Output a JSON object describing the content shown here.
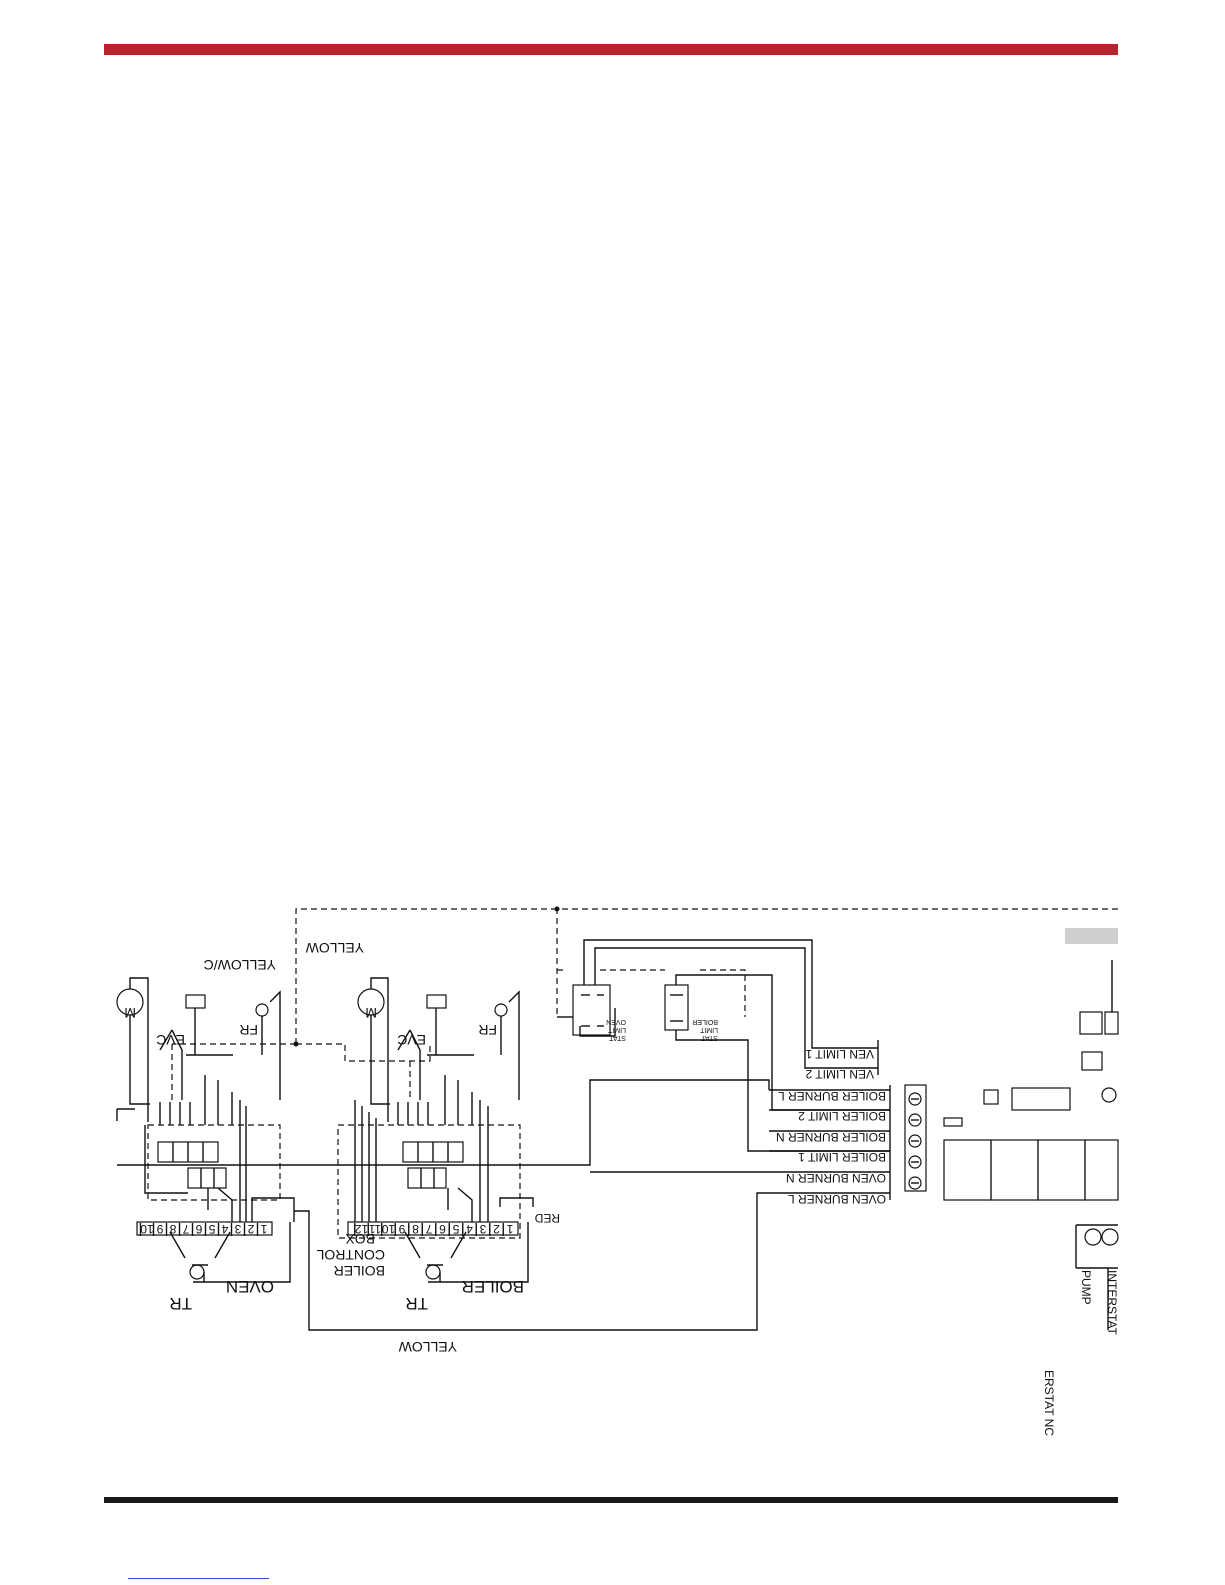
{
  "theme": {
    "accent": "#b5232d",
    "rule": "#1a1a1a",
    "link": "#3355cc"
  },
  "labels": {
    "yellow_top": "YELLOW",
    "yellow_c": "YELLOW/C",
    "yellow_bottom": "YELLOW",
    "red": "RED",
    "oven": "OVEN",
    "boiler": "BOILER",
    "boiler_control": "BOILER",
    "control": "CONTROL",
    "box": "BOX",
    "tr_left": "TR",
    "tr_right": "TR",
    "evc_left": "EVC",
    "evc_right": "EVC",
    "fr_left": "FR",
    "fr_right": "FR",
    "m_left": "M",
    "m_right": "M",
    "pump": "PUMP",
    "interstat": "INTERSTAT",
    "interstat_nc": "ERSTAT NC",
    "oven_limit_stat": [
      "OVEN",
      "LIMIT",
      "STAT"
    ],
    "boiler_limit_stat": [
      "BOILER",
      "LIMIT",
      "STAT"
    ]
  },
  "terminals": [
    "VEN LIMIT 1",
    "VEN LIMIT 2",
    "BOILER BURNER L",
    "BOILER LIMIT 2",
    "BOILER BURNER N",
    "BOILER LIMIT 1",
    "OVEN BURNER N",
    "OVEN BURNER L"
  ],
  "oven_strip": [
    "1",
    "2",
    "3",
    "4",
    "5",
    "6",
    "7",
    "8",
    "9",
    "10"
  ],
  "boiler_strip": [
    "1",
    "2",
    "3",
    "4",
    "5",
    "6",
    "7",
    "8",
    "9",
    "10",
    "11",
    "12"
  ]
}
